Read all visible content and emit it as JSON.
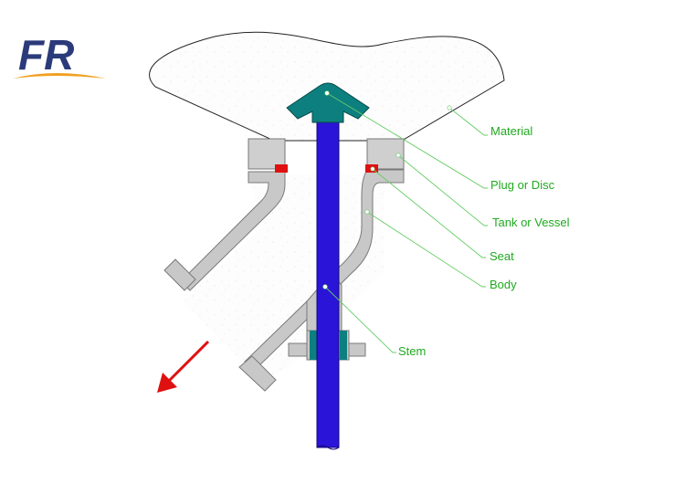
{
  "logo": {
    "text": "FR",
    "brand_color": "#2b3a7a",
    "swoosh_color": "#f0a020"
  },
  "labels": {
    "material": "Material",
    "plug": "Plug or Disc",
    "tank": "Tank or Vessel",
    "seat": "Seat",
    "body": "Body",
    "stem": "Stem"
  },
  "colors": {
    "label_text": "#1faa1f",
    "leader_line": "#66cc66",
    "stem": "#2a14d8",
    "plug": "#0e7f7f",
    "seat": "#e01010",
    "body_fill": "#c8c8c8",
    "body_stroke": "#7a7a7a",
    "flow_arrow": "#e01010"
  }
}
